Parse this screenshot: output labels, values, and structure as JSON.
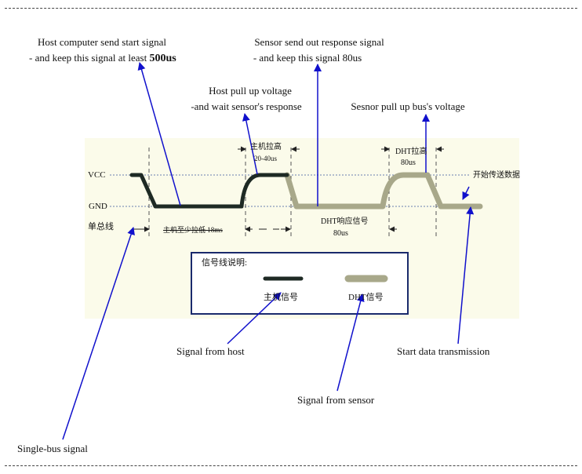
{
  "annotations": {
    "host_start_line1": "Host computer send start signal",
    "host_start_line2_prefix": "- and keep this signal at least ",
    "host_start_line2_bold": "500us",
    "sensor_response_line1": "Sensor send out response signal",
    "sensor_response_line2": "- and keep this signal 80us",
    "host_pullup_line1": "Host pull up voltage",
    "host_pullup_line2": "-and wait sensor's response",
    "sensor_pullup": "Sesnor pull up bus's voltage",
    "signal_from_host": "Signal from host",
    "start_data": "Start data transmission",
    "signal_from_sensor": "Signal from sensor",
    "single_bus": "Single-bus signal"
  },
  "diagram": {
    "vcc": "VCC",
    "gnd": "GND",
    "bus_label": "单总线",
    "host_pull_label": "主机拉高",
    "host_pull_time": "20-40us",
    "host_low_label": "主机至少拉低 18ms",
    "dht_response_label": "DHT响应信号",
    "dht_response_time": "80us",
    "dht_pull_label": "DHT拉高",
    "dht_pull_time": "80us",
    "start_transfer": "开始传送数据",
    "legend_title": "信号线说明:",
    "legend_host": "主机信号",
    "legend_dht": "DHT信号"
  },
  "colors": {
    "host_signal": "#1e2a24",
    "dht_signal": "#a8a88a",
    "panel_bg": "#fbfbea",
    "arrow": "#1010cc",
    "legend_border": "#1a2a6c"
  }
}
